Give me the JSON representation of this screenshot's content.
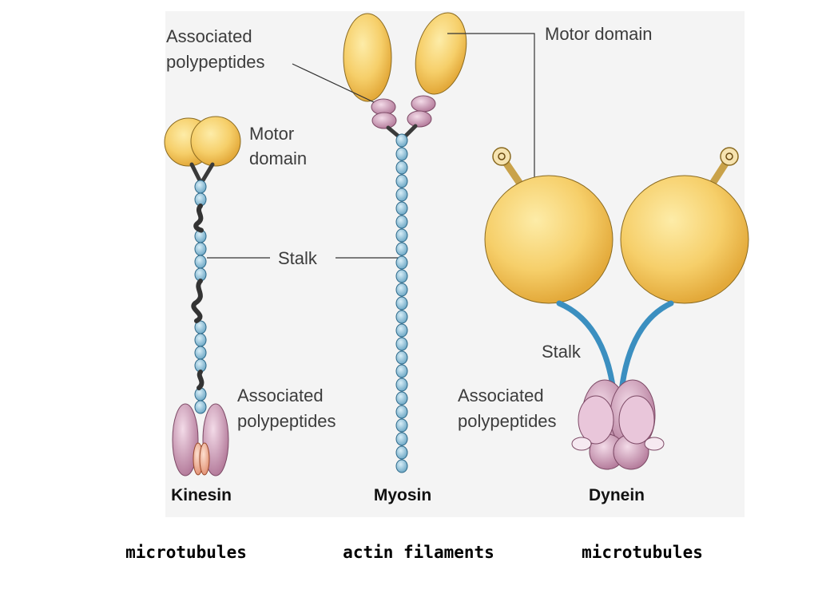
{
  "diagram": {
    "kinesin": {
      "name": "Kinesin",
      "motor_label": [
        "Motor",
        "domain"
      ],
      "assoc_label": [
        "Associated",
        "polypeptides"
      ]
    },
    "stalk_label": "Stalk",
    "myosin": {
      "name": "Myosin",
      "assoc_label": [
        "Associated",
        "polypeptides"
      ],
      "motor_label": "Motor domain"
    },
    "dynein": {
      "name": "Dynein",
      "stalk_label": "Stalk",
      "assoc_label": [
        "Associated",
        "polypeptides"
      ]
    }
  },
  "captions": {
    "kinesin": "microtubules",
    "myosin": "actin filaments",
    "dynein": "microtubules"
  },
  "colors": {
    "motor": "#f4c75a",
    "bead": "#8fc4dc",
    "polypeptide": "#c98fb0",
    "dynein_stalk": "#3b8fc0"
  }
}
